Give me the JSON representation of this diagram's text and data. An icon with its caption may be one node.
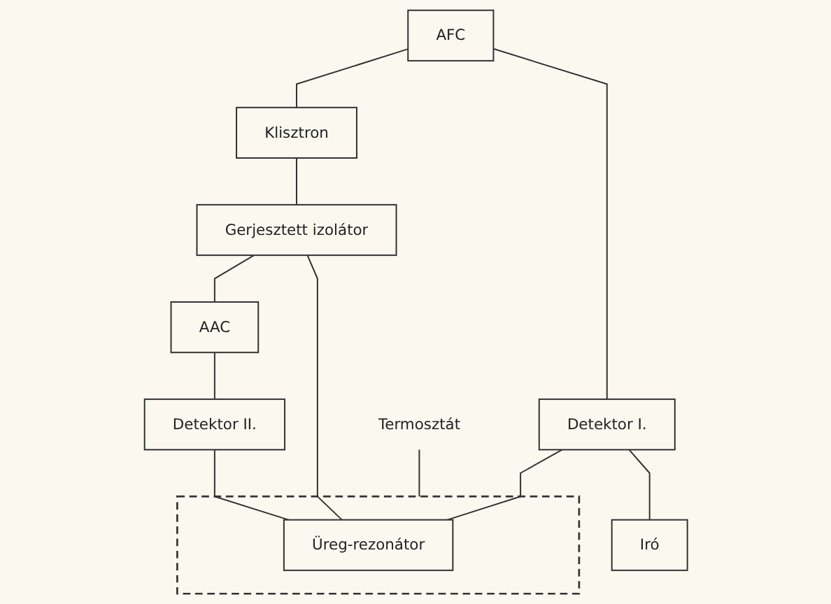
{
  "diagram": {
    "nodes": [
      {
        "text": [
          "AFC"
        ]
      },
      {
        "text": [
          "Klisztron"
        ]
      },
      {
        "text": [
          "Gerjesztett izolátor"
        ]
      },
      {
        "text": [
          "Detektor I."
        ]
      },
      {
        "text": [
          "AAC"
        ]
      },
      {
        "text": [
          "Detektor II."
        ]
      },
      {
        "text": [
          "Iró"
        ]
      },
      {
        "text": [
          "Termosztát"
        ]
      },
      {
        "text": [],
        "shape": "box"
      },
      {
        "text": [
          "Üreg-rezonátor"
        ],
        "in": 8
      }
    ],
    "edges": [
      {
        "from": 0,
        "to": 1,
        "arrow": "none"
      },
      {
        "from": 0,
        "to": 3,
        "arrow": "none"
      },
      {
        "from": 1,
        "to": 2,
        "arrow": "none"
      },
      {
        "from": 2,
        "to": 4,
        "arrow": "none"
      },
      {
        "from": 2,
        "to": 9,
        "arrow": "none"
      },
      {
        "from": 3,
        "to": 9,
        "arrow": "none"
      },
      {
        "from": 4,
        "to": 5,
        "arrow": "none"
      },
      {
        "from": 5,
        "to": 9,
        "arrow": "none"
      },
      {
        "from": 3,
        "to": 6,
        "arrow": "none"
      },
      {
        "from": 7,
        "to": 8,
        "arrow": "none"
      }
    ]
  }
}
